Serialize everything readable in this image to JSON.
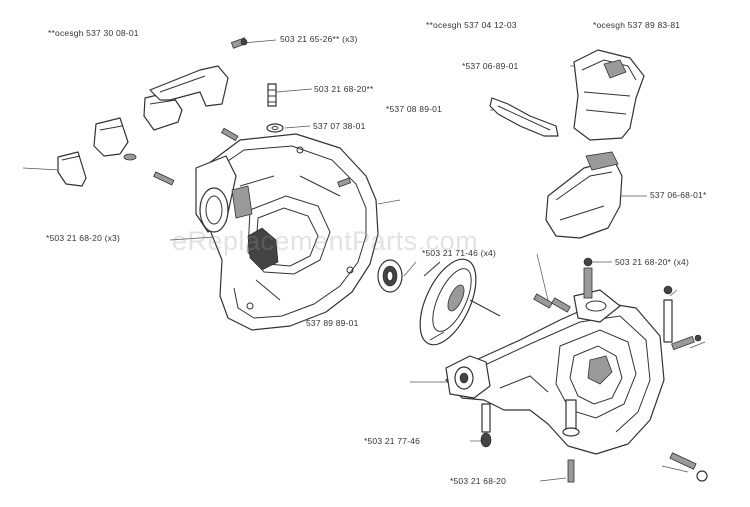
{
  "watermark": "eReplacementParts.com",
  "labels": [
    {
      "id": "l1",
      "text": "**ocesgh 537 30 08-01"
    },
    {
      "id": "l2",
      "text": "503 21 65-26** (x3)"
    },
    {
      "id": "l3",
      "text": "503 21 68-20**"
    },
    {
      "id": "l4",
      "text": "537 07 38-01"
    },
    {
      "id": "l5",
      "text": "**ocesgh 537 04 12-03"
    },
    {
      "id": "l6",
      "text": "*ocesgh 537 89 83-81"
    },
    {
      "id": "l7",
      "text": "*537 06-89-01"
    },
    {
      "id": "l8",
      "text": "*537 08 89-01"
    },
    {
      "id": "l9",
      "text": "537 06-68-01*"
    },
    {
      "id": "l10",
      "text": "*503 21 68-20 (x3)"
    },
    {
      "id": "l11",
      "text": "*503 21 71-46 (x4)"
    },
    {
      "id": "l12",
      "text": "503 21 68-20* (x4)"
    },
    {
      "id": "l13",
      "text": "537 89 89-01"
    },
    {
      "id": "l14",
      "text": "*503 21 77-46"
    },
    {
      "id": "l15",
      "text": "*503 21 68-20"
    }
  ]
}
